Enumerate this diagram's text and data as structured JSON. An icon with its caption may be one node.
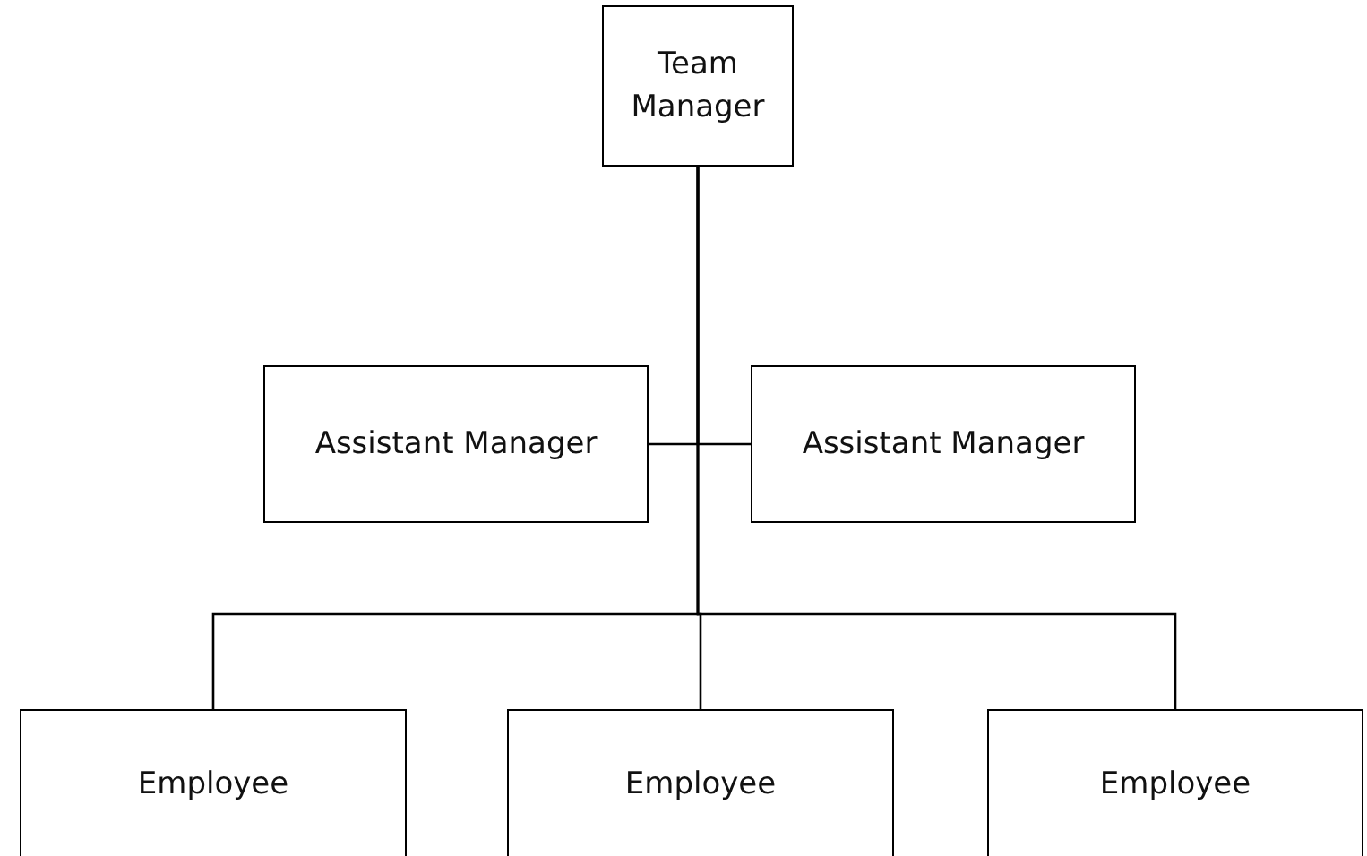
{
  "diagram": {
    "nodes": [
      {
        "text": [
          "Team Manager"
        ]
      },
      {
        "text": [
          "Assistant Manager"
        ]
      },
      {
        "text": [
          "Assistant Manager"
        ]
      },
      {
        "text": [
          "Employee"
        ]
      },
      {
        "text": [
          "Employee"
        ]
      },
      {
        "text": [
          "Employee"
        ]
      }
    ],
    "edges": [
      {
        "from": 0,
        "to": 1,
        "arrow": "none"
      },
      {
        "from": 0,
        "to": 2,
        "arrow": "none"
      },
      {
        "from": 0,
        "to": 3,
        "arrow": "none"
      },
      {
        "from": 0,
        "to": 4,
        "arrow": "none"
      },
      {
        "from": 0,
        "to": 5,
        "arrow": "none"
      }
    ]
  }
}
